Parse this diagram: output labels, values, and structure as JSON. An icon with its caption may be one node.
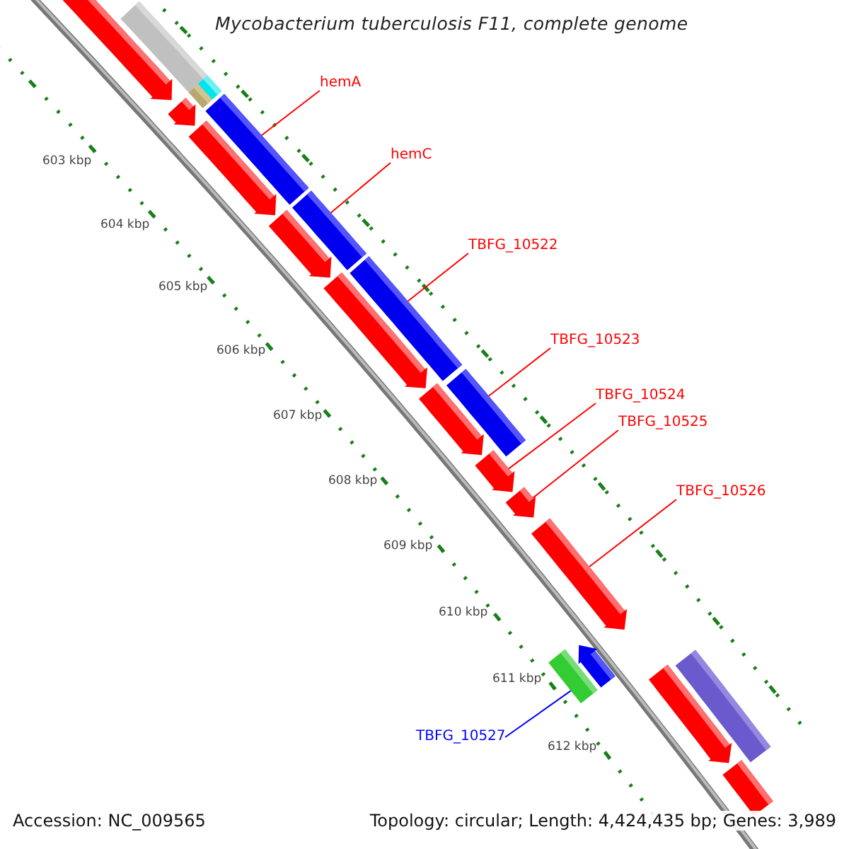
{
  "diagram": {
    "title": "Mycobacterium tuberculosis F11, complete genome",
    "nodes": [
      {
        "text": [
          "hemA"
        ]
      },
      {
        "text": [
          "hemC"
        ]
      },
      {
        "text": [
          "TBFG_10522"
        ]
      },
      {
        "text": [
          "TBFG_10523"
        ]
      },
      {
        "text": [
          "TBFG_10524"
        ]
      },
      {
        "text": [
          "TBFG_10525"
        ]
      },
      {
        "text": [
          "TBFG_10526"
        ]
      },
      {
        "text": [
          "TBFG_10527"
        ]
      },
      {
        "text": [],
        "shape": "bar"
      },
      {
        "text": [],
        "shape": "arrow"
      },
      {
        "text": [],
        "shape": "bar"
      },
      {
        "text": [],
        "shape": "bar"
      },
      {
        "text": [],
        "shape": "arrow"
      },
      {
        "text": [],
        "shape": "bar"
      },
      {
        "text": [],
        "shape": "arrow"
      },
      {
        "text": [],
        "shape": "bar"
      },
      {
        "text": [],
        "shape": "arrow"
      },
      {
        "text": [],
        "shape": "bar"
      },
      {
        "text": [],
        "shape": "arrow"
      },
      {
        "text": [],
        "shape": "bar"
      },
      {
        "text": [],
        "shape": "arrow"
      },
      {
        "text": [],
        "shape": "arrow"
      },
      {
        "text": [],
        "shape": "arrow"
      },
      {
        "text": [],
        "shape": "arrow"
      },
      {
        "text": [],
        "shape": "bar"
      },
      {
        "text": [],
        "shape": "arrow"
      },
      {
        "text": [],
        "shape": "arrow"
      },
      {
        "text": [],
        "shape": "bar"
      },
      {
        "text": [],
        "shape": "bar"
      }
    ],
    "edges": [
      {
        "from": 0,
        "to": 13,
        "arrow": "none"
      },
      {
        "from": 1,
        "to": 15,
        "arrow": "none"
      },
      {
        "from": 2,
        "to": 17,
        "arrow": "none"
      },
      {
        "from": 3,
        "to": 19,
        "arrow": "none"
      },
      {
        "from": 4,
        "to": 21,
        "arrow": "none"
      },
      {
        "from": 5,
        "to": 22,
        "arrow": "none"
      },
      {
        "from": 6,
        "to": 23,
        "arrow": "none"
      },
      {
        "from": 7,
        "to": 24,
        "arrow": "none",
        "color": "#0000ff"
      }
    ],
    "labels": [
      "603 kbp",
      "604 kbp",
      "605 kbp",
      "606 kbp",
      "607 kbp",
      "608 kbp",
      "609 kbp",
      "610 kbp",
      "611 kbp",
      "612 kbp",
      "Accession: NC_009565",
      "Topology: circular; Length: 4,424,435 bp; Genes: 3,989"
    ]
  }
}
